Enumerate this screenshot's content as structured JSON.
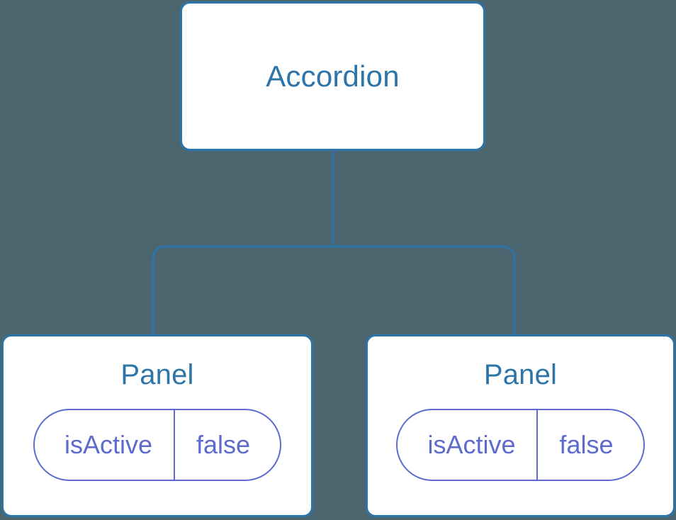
{
  "diagram": {
    "type": "component-tree",
    "background_color": "#4c6670",
    "node_border_color": "#2d74a8",
    "node_fill_color": "#ffffff",
    "node_title_color": "#2d74a8",
    "state_color": "#5c6bcd",
    "edge_color": "#2d74a8",
    "root": {
      "title": "Accordion"
    },
    "children": [
      {
        "title": "Panel",
        "state": {
          "key": "isActive",
          "value": "false"
        }
      },
      {
        "title": "Panel",
        "state": {
          "key": "isActive",
          "value": "false"
        }
      }
    ]
  }
}
